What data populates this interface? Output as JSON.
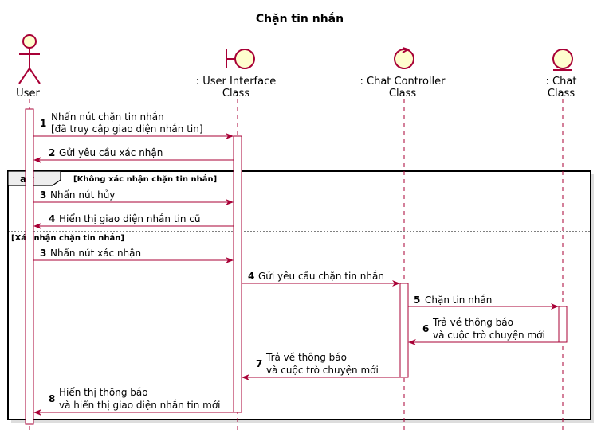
{
  "diagram": {
    "title": "Chặn tin nhắn",
    "participants": [
      {
        "id": "user",
        "type": "actor",
        "label_lines": [
          "User"
        ]
      },
      {
        "id": "ui",
        "type": "boundary",
        "label_lines": [
          ": User Interface",
          "Class"
        ]
      },
      {
        "id": "ctrl",
        "type": "control",
        "label_lines": [
          ": Chat Controller",
          "Class"
        ]
      },
      {
        "id": "chat",
        "type": "entity",
        "label_lines": [
          ": Chat",
          "Class"
        ]
      }
    ],
    "messages": [
      {
        "num": "1",
        "lines": [
          "Nhấn nút chặn tin nhắn",
          "[đã truy cập giao diện nhắn tin]"
        ]
      },
      {
        "num": "2",
        "lines": [
          "Gửi yêu cầu xác nhận"
        ]
      },
      {
        "num": "3",
        "lines": [
          "Nhấn nút hủy"
        ]
      },
      {
        "num": "4",
        "lines": [
          "Hiển thị giao diện nhắn tin cũ"
        ]
      },
      {
        "num": "3",
        "lines": [
          "Nhấn nút xác nhận"
        ]
      },
      {
        "num": "4",
        "lines": [
          "Gửi yêu cầu chặn tin nhắn"
        ]
      },
      {
        "num": "5",
        "lines": [
          "Chặn tin nhắn"
        ]
      },
      {
        "num": "6",
        "lines": [
          "Trả về thông báo",
          "và cuộc trò chuyện mới"
        ]
      },
      {
        "num": "7",
        "lines": [
          "Trả về thông báo",
          "và cuộc trò chuyện mới"
        ]
      },
      {
        "num": "8",
        "lines": [
          "Hiển thị thông báo",
          "và hiển thị giao diện nhắn tin mới"
        ]
      }
    ],
    "alt": {
      "keyword": "alt",
      "guard1": "[Không xác nhận chặn tin nhắn]",
      "guard2": "[Xác nhận chặn tin nhắn]"
    },
    "colors": {
      "arrow": "#A80036",
      "participant_fill": "#FEFECE",
      "lifeline": "#A80036",
      "frame": "#000000"
    }
  }
}
